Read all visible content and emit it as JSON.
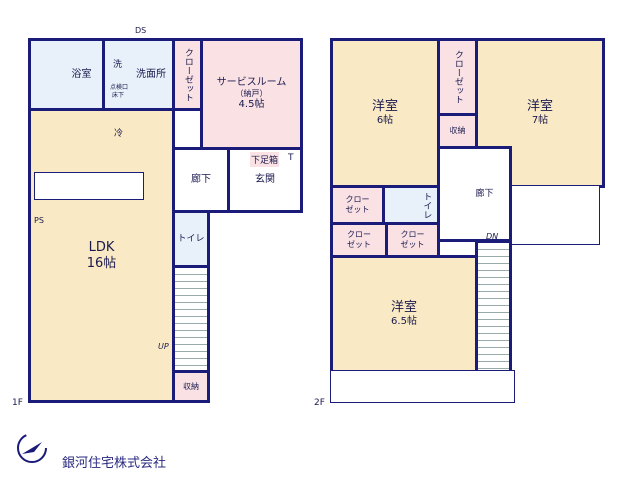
{
  "floor1": {
    "label": "1F",
    "ds": "DS",
    "ps": "PS",
    "up": "UP",
    "bath": "浴室",
    "wash": "洗",
    "washroom": "洗面所",
    "inspection": "点検口",
    "underfloor": "床下",
    "fridge": "冷",
    "closet": "クローゼット",
    "service_room": "サービスルーム",
    "service_sub": "（納戸）",
    "service_size": "4.5帖",
    "hall": "廊下",
    "shoe_box": "下足箱",
    "t": "T",
    "entrance": "玄関",
    "toilet": "トイレ",
    "ldk": "LDK",
    "ldk_size": "16帖",
    "storage": "収納"
  },
  "floor2": {
    "label": "2F",
    "dn": "DN",
    "room_a": "洋室",
    "room_a_size": "6帖",
    "room_b": "洋室",
    "room_b_size": "7帖",
    "room_c": "洋室",
    "room_c_size": "6.5帖",
    "closet": "クローゼット",
    "closet_a": "クロー",
    "closet_b": "ゼット",
    "storage": "収納",
    "toilet": "トイレ",
    "hall": "廊下"
  },
  "company": "銀河住宅株式会社"
}
